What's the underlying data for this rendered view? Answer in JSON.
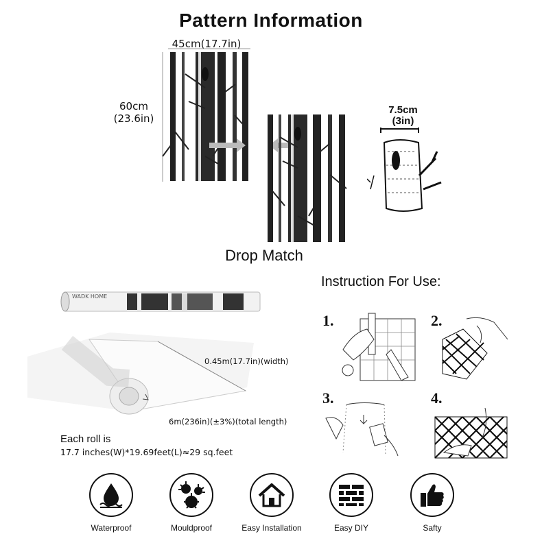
{
  "header": {
    "title": "Pattern Information"
  },
  "pattern": {
    "width_label": "45cm(17.7in)",
    "height_label_cm": "60cm",
    "height_label_in": "(23.6in)",
    "detail_label_cm": "7.5cm",
    "detail_label_in": "(3in)",
    "match_label": "Drop Match"
  },
  "instructions": {
    "title": "Instruction For Use:",
    "steps": [
      "1.",
      "2.",
      "3.",
      "4."
    ]
  },
  "roll": {
    "brand": "WADK HOME",
    "width_label": "0.45m(17.7in)(width)",
    "length_label": "6m(236in)(±3%)(total length)",
    "each_roll": "Each roll is",
    "each_roll_detail": "17.7 inches(W)*19.69feet(L)≈29 sq.feet"
  },
  "features": [
    {
      "icon": "water-drop-icon",
      "label": "Waterproof"
    },
    {
      "icon": "mould-icon",
      "label": "Mouldproof"
    },
    {
      "icon": "house-icon",
      "label": "Easy Installation"
    },
    {
      "icon": "brick-wall-icon",
      "label": "Easy DIY"
    },
    {
      "icon": "thumbs-up-icon",
      "label": "Safty"
    }
  ]
}
